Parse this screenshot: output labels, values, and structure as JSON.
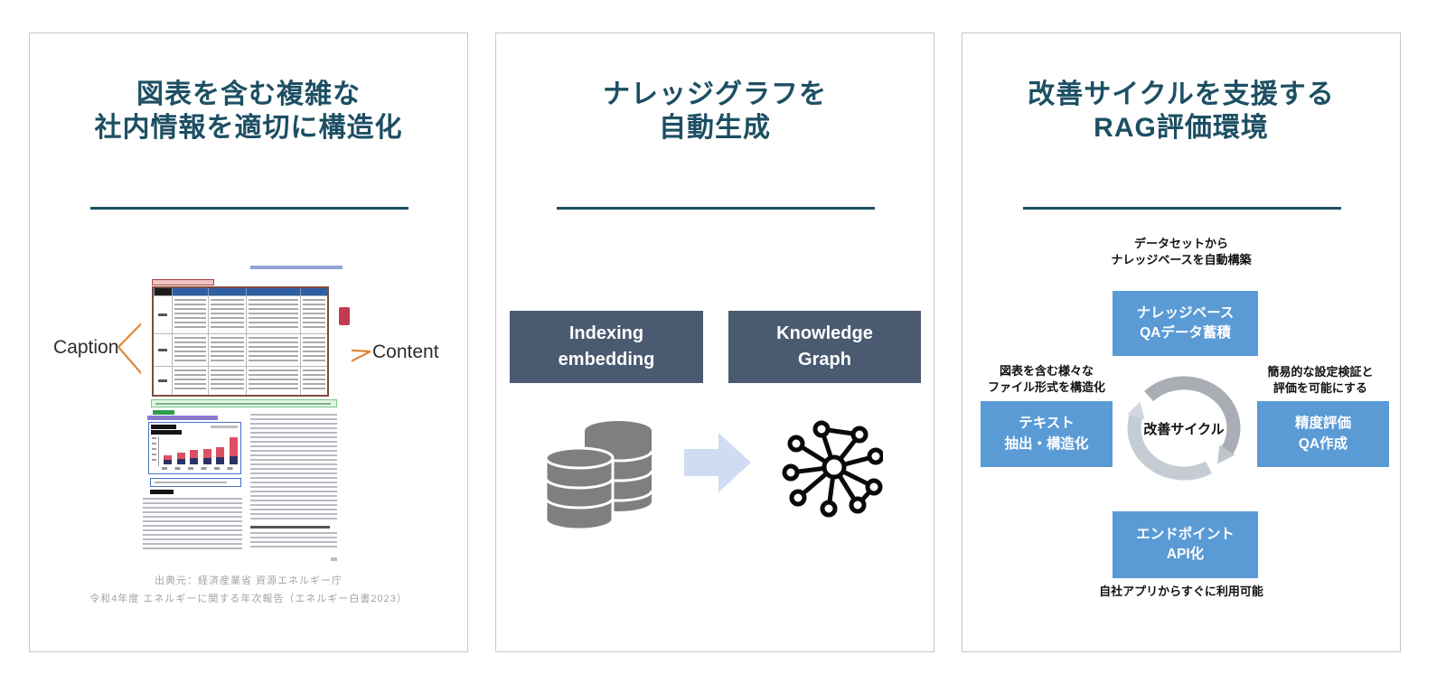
{
  "left_panel": {
    "title": "図表を含む複雑な\n社内情報を適切に構造化",
    "caption_label": "Caption",
    "content_label": "Content",
    "source": "出典元：経済産業省 資源エネルギー庁\n令和4年度 エネルギーに関する年次報告（エネルギー白書2023）"
  },
  "middle_panel": {
    "title": "ナレッジグラフを\n自動生成",
    "indexing_box": "Indexing\nembedding",
    "knowledge_box": "Knowledge\nGraph"
  },
  "right_panel": {
    "title": "改善サイクルを支援する\nRAG評価環境",
    "top_note": "データセットから\nナレッジベースを自動構築",
    "top_box": "ナレッジベース\nQAデータ蓄積",
    "left_note": "図表を含む様々な\nファイル形式を構造化",
    "left_box": "テキスト\n抽出・構造化",
    "right_note": "簡易的な設定検証と\n評価を可能にする",
    "right_box": "精度評価\nQA作成",
    "bottom_box": "エンドポイント\nAPI化",
    "bottom_note": "自社アプリからすぐに利用可能",
    "center_label": "改善サイクル"
  },
  "icons": {
    "database": "database-cylinders-icon",
    "arrow": "arrow-right-icon",
    "graph": "knowledge-graph-network-icon",
    "cycle": "circular-cycle-arrows-icon"
  },
  "colors": {
    "heading": "#1d4f63",
    "slate_box": "#4a5a70",
    "blue_box": "#5b9bd5",
    "annotation_line": "#e0883a",
    "arrow_fill": "#cfdcf2",
    "cycle_dark": "#a9aeb5",
    "cycle_light": "#c6ccd3"
  }
}
